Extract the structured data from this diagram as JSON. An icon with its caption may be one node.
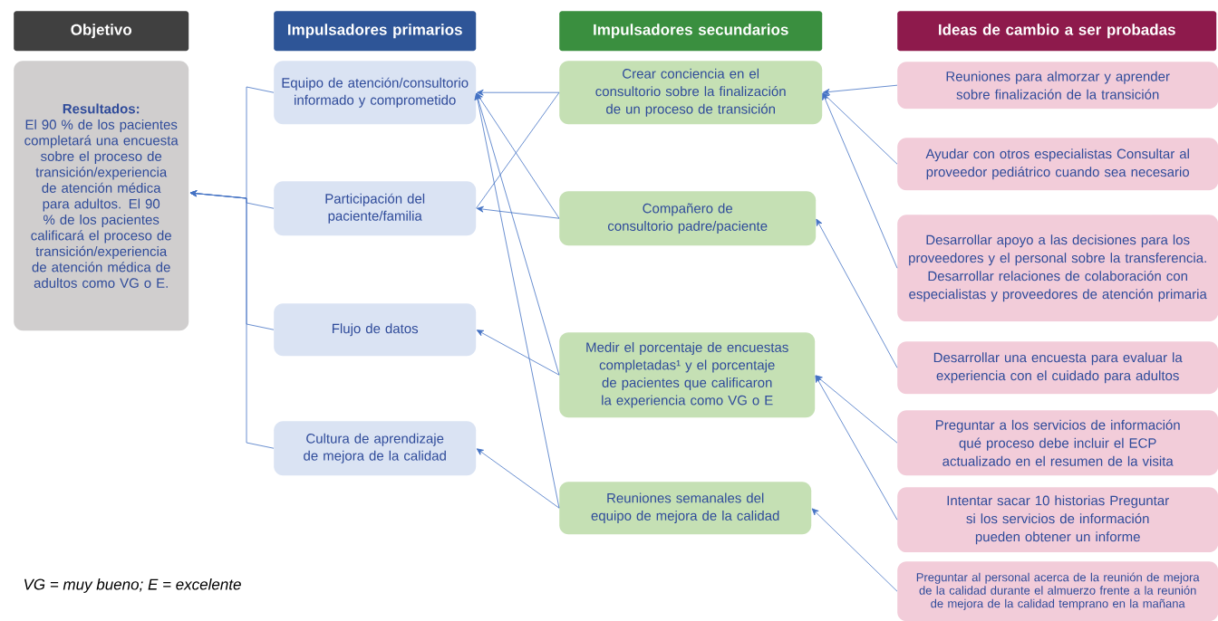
{
  "diagram": {
    "nodes": [
      {
        "text": [
          "Objetivo"
        ]
      },
      {
        "text": [
          "Impulsadores primarios"
        ]
      },
      {
        "text": [
          "Impulsadores secundarios"
        ]
      },
      {
        "text": [
          "Ideas de cambio a ser probadas"
        ]
      },
      {
        "text": [
          "Resultados:",
          "El 90 % de los pacientes completará una encuesta sobre el proceso de transición/experiencia de atención médica para adultos. El 90 % de los pacientes calificará el proceso de transición/experiencia de atención médica de adultos como VG o E."
        ]
      },
      {
        "text": [
          "Equipo de atención/consultorio informado y comprometido"
        ]
      },
      {
        "text": [
          "Participación del paciente/familia"
        ]
      },
      {
        "text": [
          "Flujo de datos"
        ]
      },
      {
        "text": [
          "Cultura de aprendizaje de mejora de la calidad"
        ]
      },
      {
        "text": [
          "Crear conciencia en el consultorio sobre la finalización de un proceso de transición"
        ]
      },
      {
        "text": [
          "Compañero de consultorio padre/paciente"
        ]
      },
      {
        "text": [
          "Medir el porcentaje de encuestas completadas¹ y el porcentaje de pacientes que calificaron la experiencia como VG o E"
        ]
      },
      {
        "text": [
          "Reuniones semanales del equipo de mejora de la calidad"
        ]
      },
      {
        "text": [
          "Reuniones para almorzar y aprender sobre finalización de la transición"
        ]
      },
      {
        "text": [
          "Ayudar con otros especialistas Consultar al proveedor pediátrico cuando sea necesario"
        ]
      },
      {
        "text": [
          "Desarrollar apoyo a las decisiones para los proveedores y el personal sobre la transferencia. Desarrollar relaciones de colaboración con especialistas y proveedores de atención primaria"
        ]
      },
      {
        "text": [
          "Desarrollar una encuesta para evaluar la experiencia con el cuidado para adultos"
        ]
      },
      {
        "text": [
          "Preguntar a los servicios de información qué proceso debe incluir el ECP actualizado en el resumen de la visita"
        ]
      },
      {
        "text": [
          "Intentar sacar 10 historias Preguntar si los servicios de información pueden obtener un informe"
        ]
      },
      {
        "text": [
          "Preguntar al personal acerca de la reunión de mejora de la calidad durante el almuerzo frente a la reunión de mejora de la calidad temprano en la mañana"
        ]
      }
    ],
    "edges": [
      {
        "from": 5,
        "to": 4,
        "arrow": "to"
      },
      {
        "from": 6,
        "to": 4,
        "arrow": "to"
      },
      {
        "from": 7,
        "to": 4,
        "arrow": "to"
      },
      {
        "from": 8,
        "to": 4,
        "arrow": "to"
      },
      {
        "from": 9,
        "to": 5,
        "arrow": "to"
      },
      {
        "from": 9,
        "to": 6,
        "arrow": "none"
      },
      {
        "from": 10,
        "to": 5,
        "arrow": "to"
      },
      {
        "from": 10,
        "to": 6,
        "arrow": "to"
      },
      {
        "from": 11,
        "to": 5,
        "arrow": "to"
      },
      {
        "from": 11,
        "to": 7,
        "arrow": "to"
      },
      {
        "from": 12,
        "to": 5,
        "arrow": "to"
      },
      {
        "from": 12,
        "to": 8,
        "arrow": "to"
      },
      {
        "from": 13,
        "to": 9,
        "arrow": "to"
      },
      {
        "from": 14,
        "to": 9,
        "arrow": "to"
      },
      {
        "from": 15,
        "to": 9,
        "arrow": "to"
      },
      {
        "from": 16,
        "to": 10,
        "arrow": "to"
      },
      {
        "from": 17,
        "to": 11,
        "arrow": "to"
      },
      {
        "from": 18,
        "to": 11,
        "arrow": "to"
      },
      {
        "from": 19,
        "to": 12,
        "arrow": "to"
      }
    ],
    "labels": [
      "VG = muy bueno; E = excelente"
    ]
  }
}
